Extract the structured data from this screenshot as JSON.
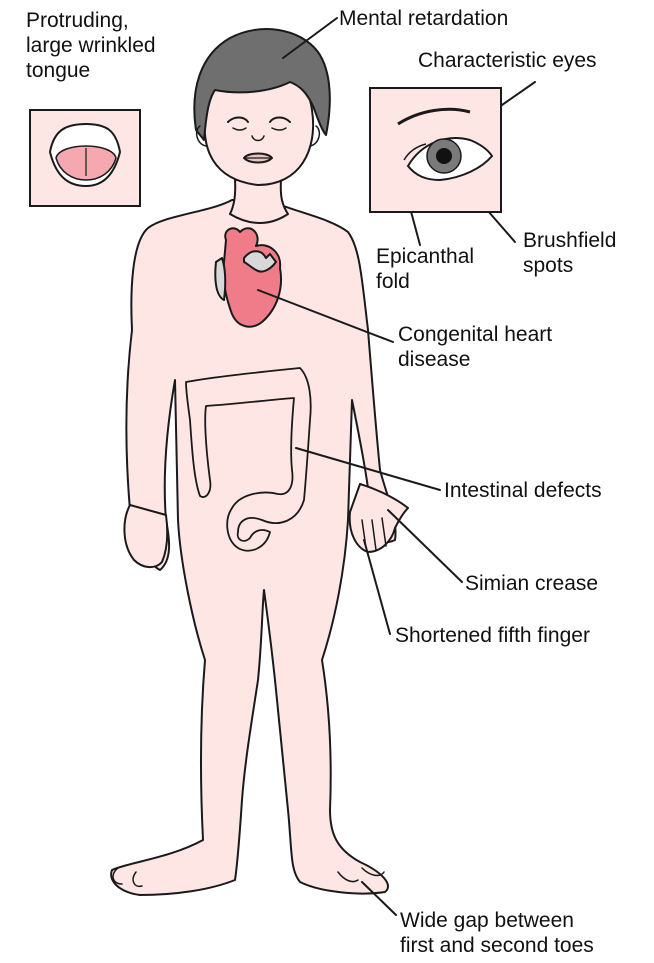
{
  "labels": {
    "tongue": [
      "Protruding,",
      "large wrinkled",
      "tongue"
    ],
    "mental": "Mental retardation",
    "eyes": "Characteristic eyes",
    "epicanthal": [
      "Epicanthal",
      "fold"
    ],
    "brushfield": [
      "Brushfield",
      "spots"
    ],
    "heart": [
      "Congenital heart",
      "disease"
    ],
    "intestinal": "Intestinal defects",
    "simian": "Simian crease",
    "finger": "Shortened fifth finger",
    "toes": [
      "Wide gap between",
      "first and second toes"
    ]
  },
  "colors": {
    "skin": "#fde6e3",
    "hair": "#6f6f6f",
    "heart": "#f07c8a",
    "tongue": "#f5a8b0",
    "inset_bg": "#fde6e3",
    "line": "#1a1a1a"
  }
}
